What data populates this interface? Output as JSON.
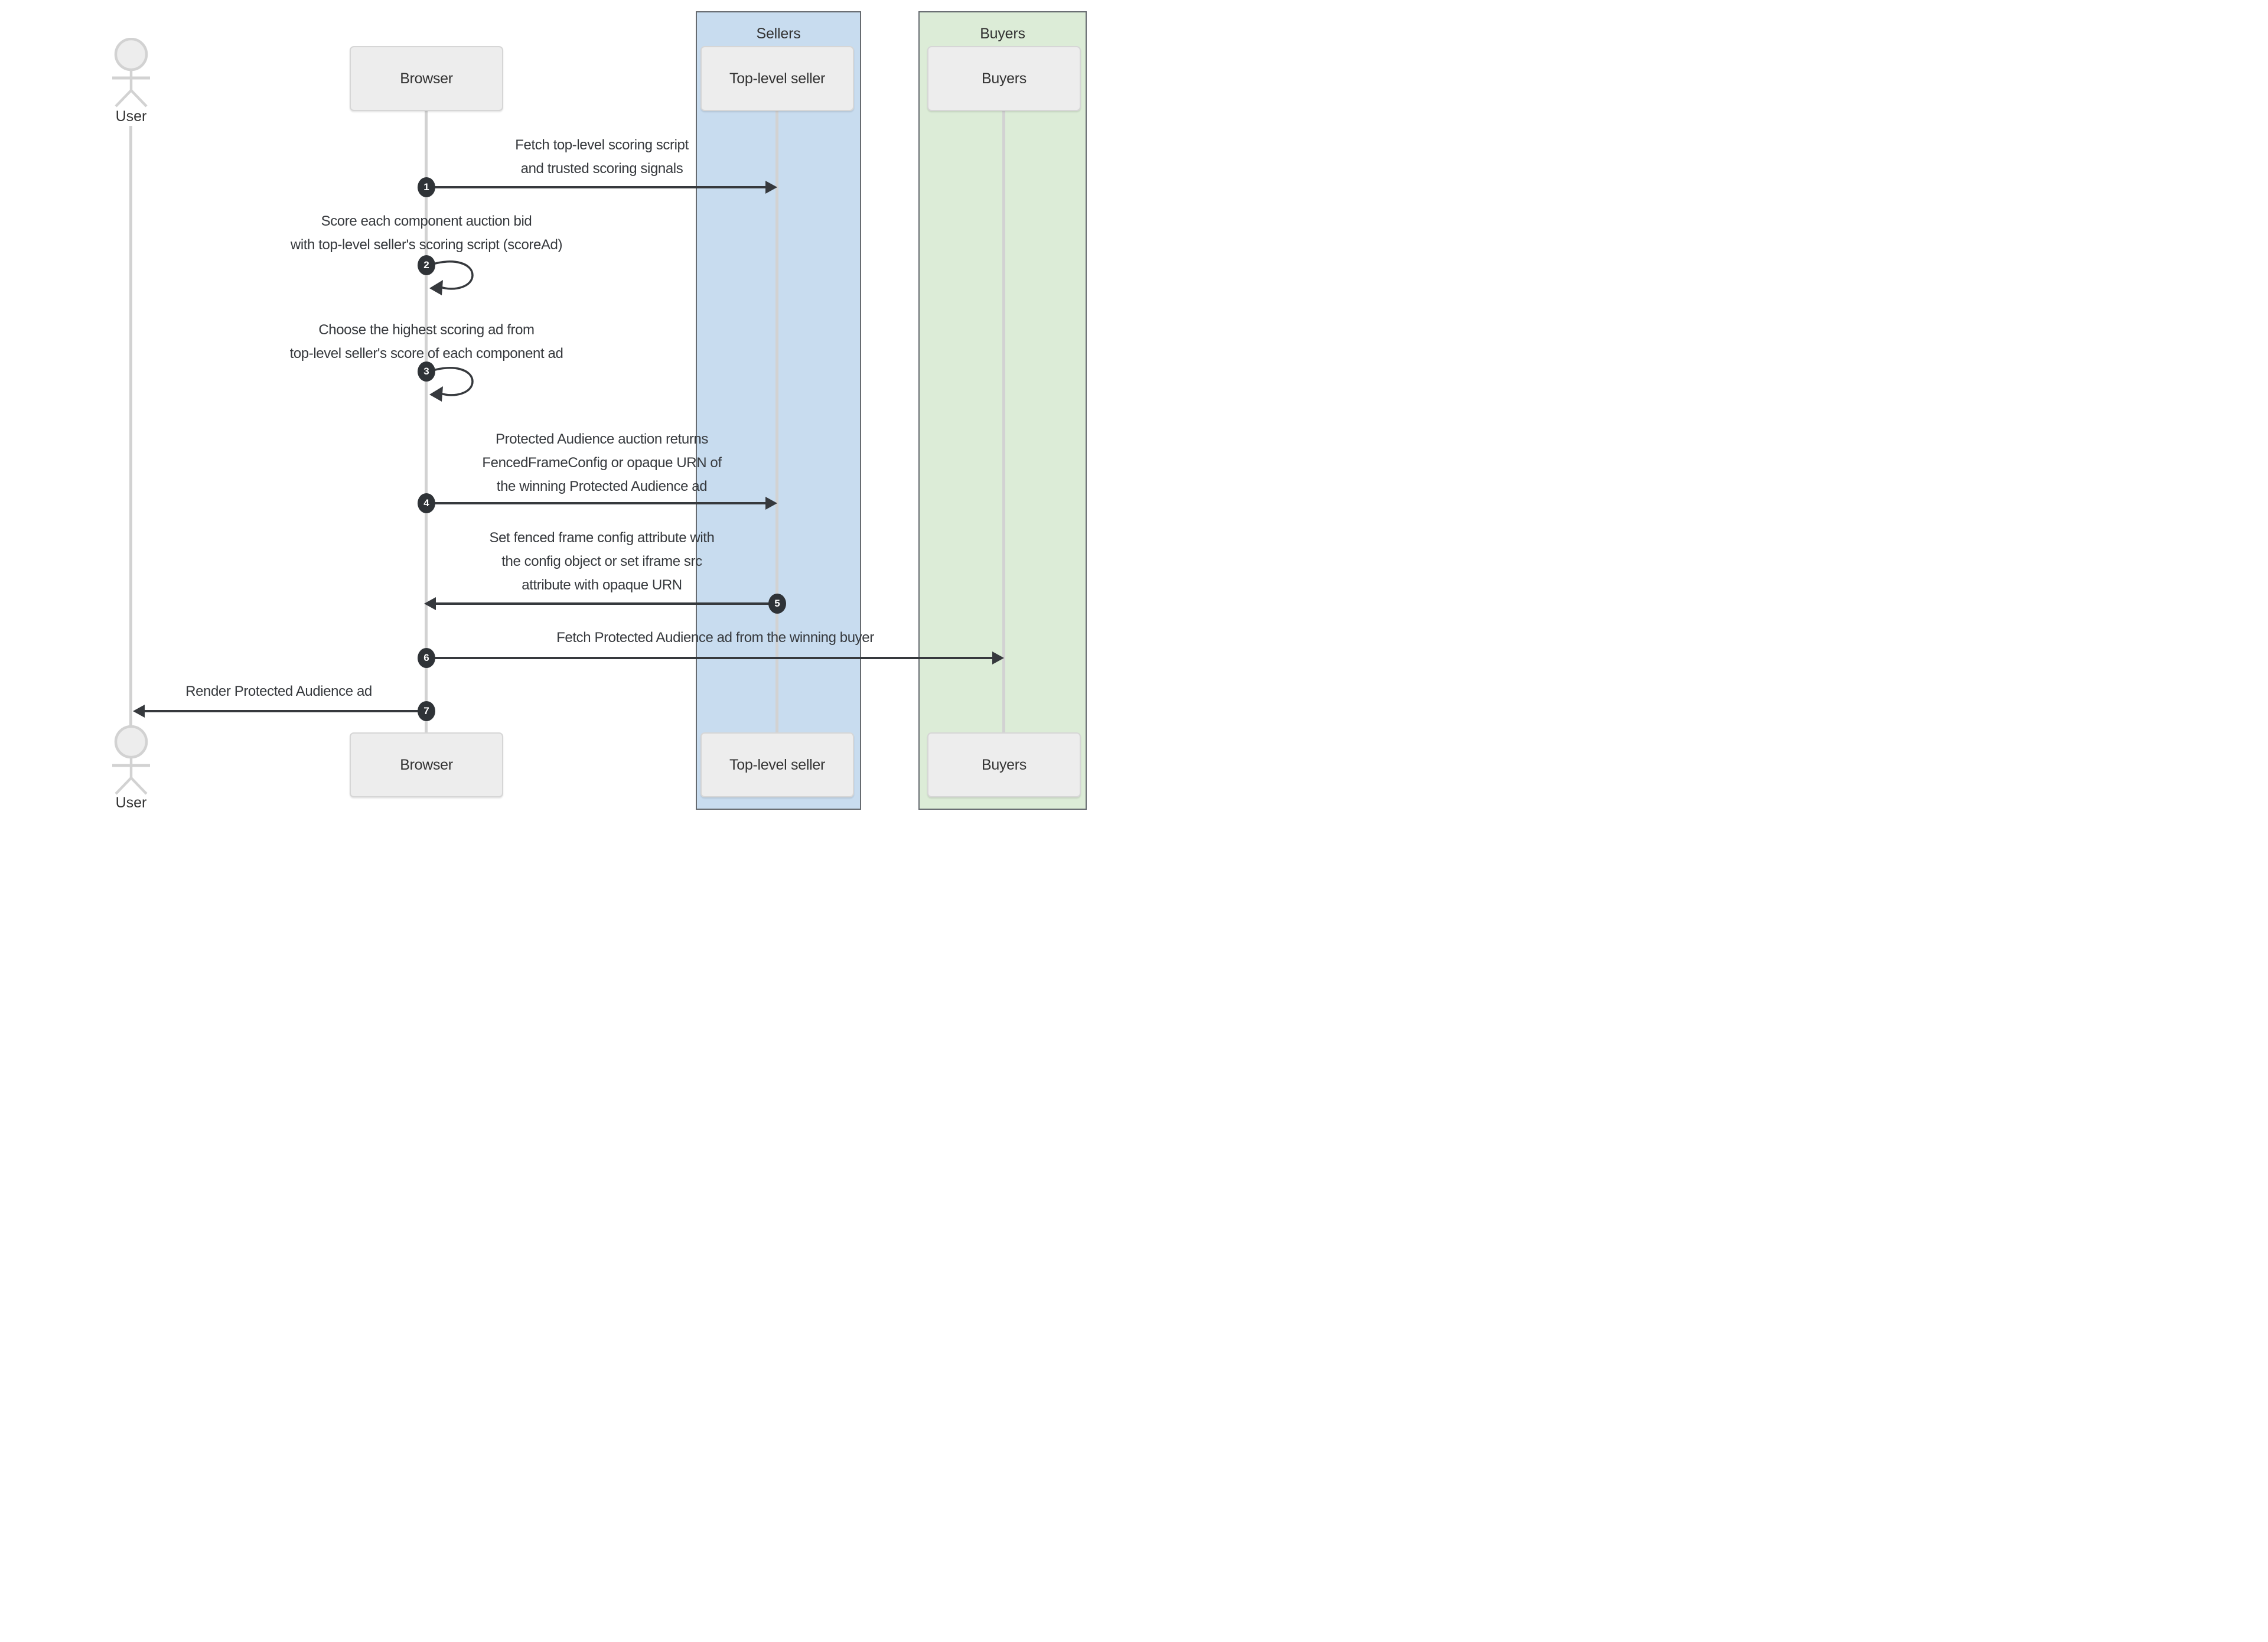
{
  "diagram": {
    "groups": [
      {
        "label": "Sellers",
        "fill": "#c8dcef"
      },
      {
        "label": "Buyers",
        "fill": "#dcecd7"
      }
    ],
    "actors": {
      "user": {
        "label": "User"
      },
      "browser": {
        "label": "Browser"
      },
      "seller": {
        "label": "Top-level seller"
      },
      "buyers": {
        "label": "Buyers"
      }
    },
    "messages": [
      {
        "num": "1",
        "from": "Browser",
        "to": "Top-level seller",
        "lines": [
          "Fetch top-level scoring script",
          "and trusted scoring signals"
        ]
      },
      {
        "num": "2",
        "from": "Browser",
        "to": "Browser",
        "lines": [
          "Score each component auction bid",
          "with top-level seller's scoring script (scoreAd)"
        ]
      },
      {
        "num": "3",
        "from": "Browser",
        "to": "Browser",
        "lines": [
          "Choose the highest scoring ad from",
          "top-level seller's score of each component ad"
        ]
      },
      {
        "num": "4",
        "from": "Browser",
        "to": "Top-level seller",
        "lines": [
          "Protected Audience auction returns",
          "FencedFrameConfig or opaque URN of",
          "the winning Protected Audience ad"
        ]
      },
      {
        "num": "5",
        "from": "Top-level seller",
        "to": "Browser",
        "lines": [
          "Set fenced frame config attribute with",
          "the config object or set iframe src",
          "attribute with opaque URN"
        ]
      },
      {
        "num": "6",
        "from": "Browser",
        "to": "Buyers",
        "lines": [
          "Fetch Protected Audience ad from the winning buyer"
        ]
      },
      {
        "num": "7",
        "from": "Browser",
        "to": "User",
        "lines": [
          "Render Protected Audience ad"
        ]
      }
    ],
    "colors": {
      "sellers_band": "#c8dcef",
      "buyers_band": "#dcecd7",
      "band_border": "#666b70",
      "arrow": "#36393d",
      "lifeline": "#d2d2d2",
      "box_fill": "#ededed",
      "box_border": "#d6d6d6",
      "number_badge": "#2f3337",
      "text": "#333333"
    }
  }
}
